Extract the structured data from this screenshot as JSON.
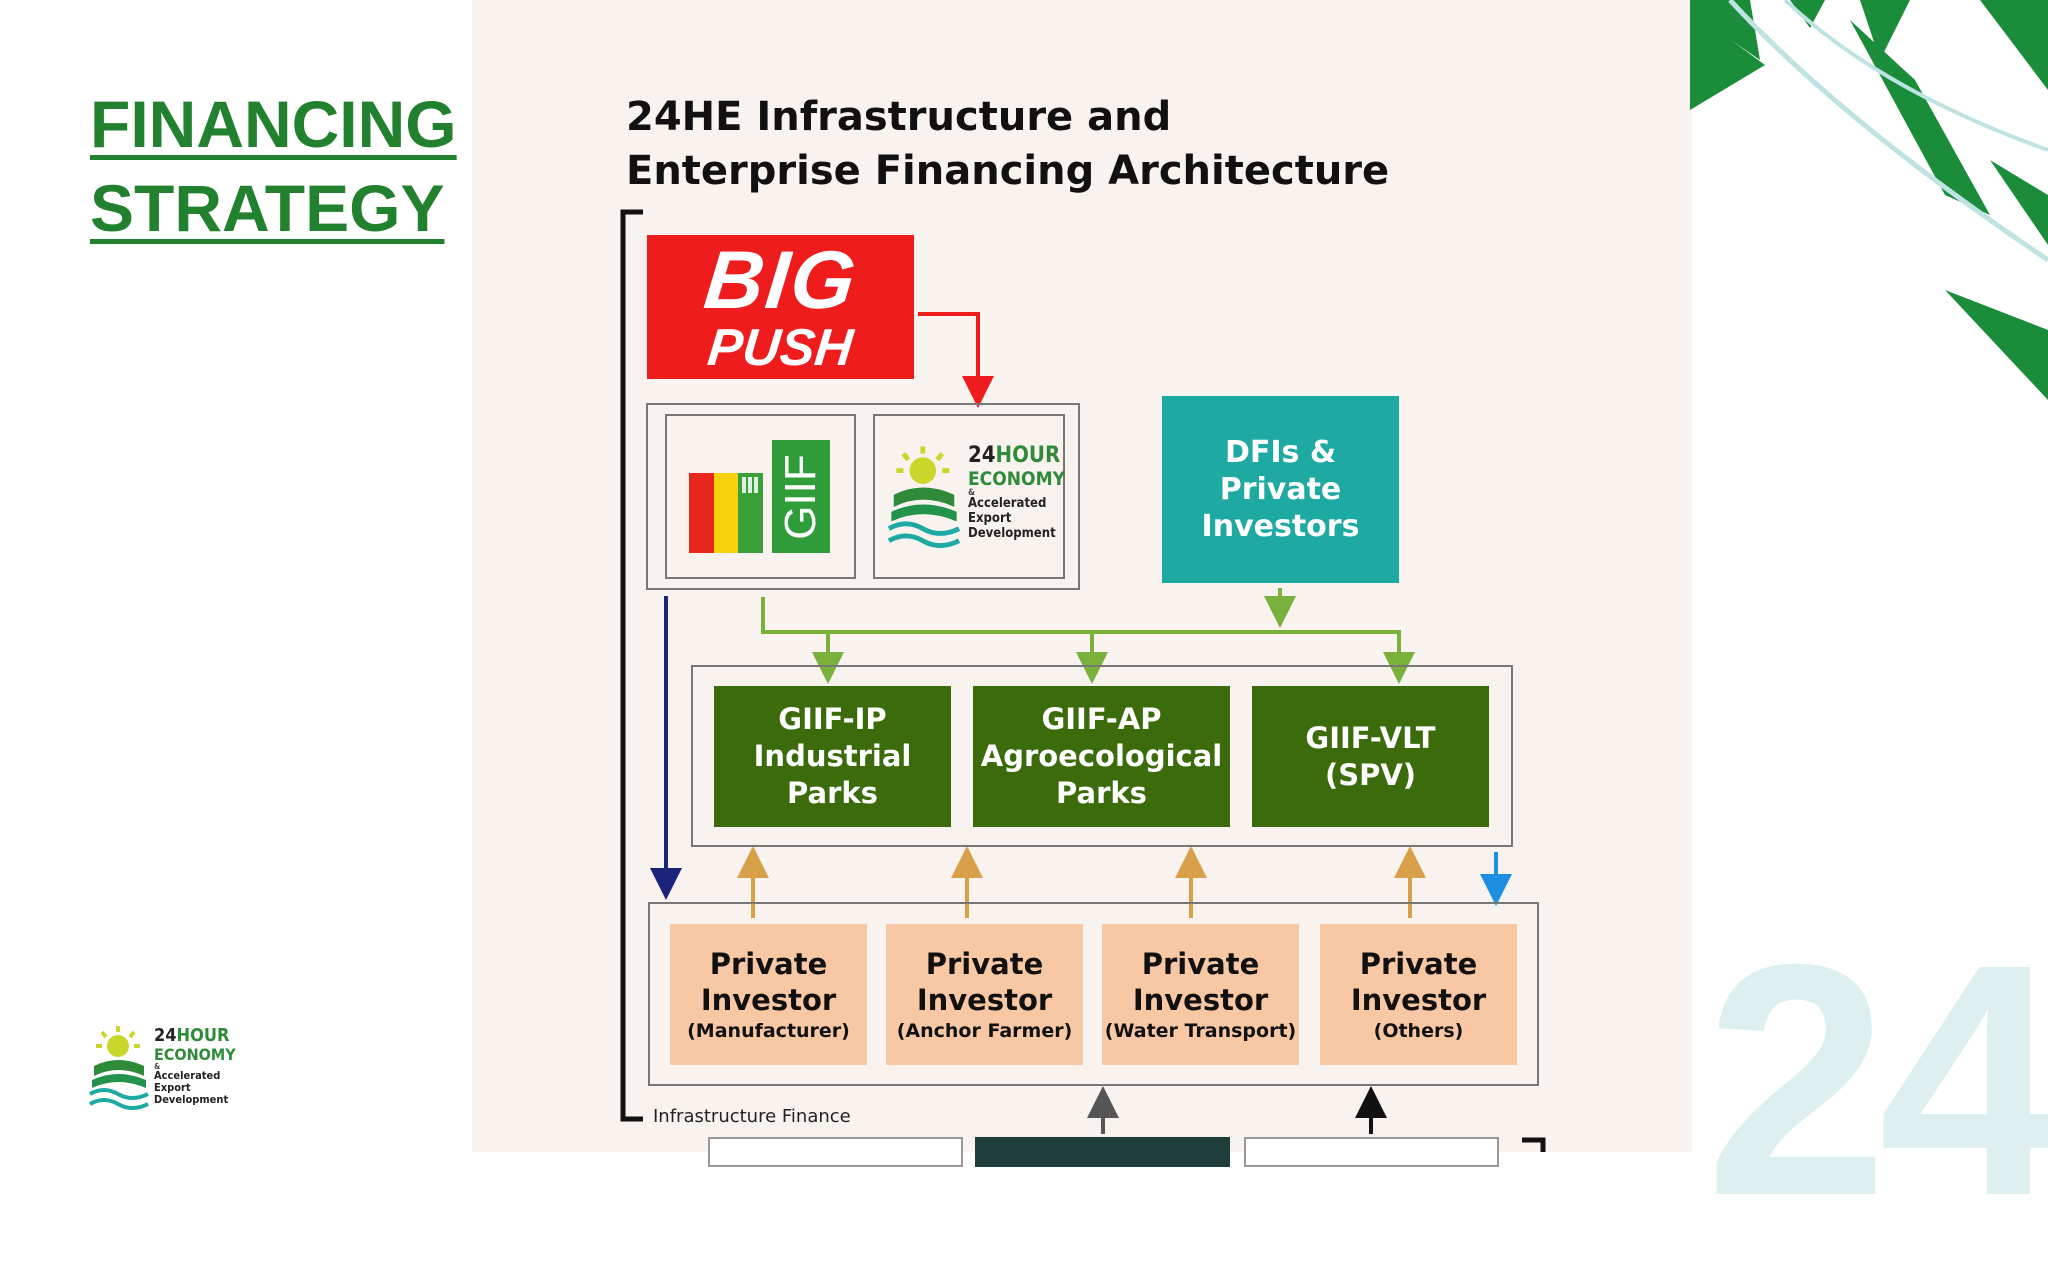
{
  "slide": {
    "title_lines": [
      "FINANCING",
      "STRATEGY"
    ]
  },
  "diagram": {
    "title_lines": [
      "24HE Infrastructure and",
      "Enterprise Financing Architecture"
    ],
    "big_push": {
      "line1": "BIG",
      "line2": "PUSH"
    },
    "giif_logo": {
      "text": "GIIF"
    },
    "he_logo": {
      "brand_a": "24",
      "brand_b": "HOUR",
      "brand_c": "ECONOMY",
      "amp": "&",
      "tag1": "Accelerated",
      "tag2": "Export",
      "tag3": "Development"
    },
    "dfi_box": "DFIs &\nPrivate\nInvestors",
    "giif_boxes": [
      {
        "label": "GIIF-IP\nIndustrial\nParks"
      },
      {
        "label": "GIIF-AP\nAgroecological\nParks"
      },
      {
        "label": "GIIF-VLT\n(SPV)"
      }
    ],
    "private_investors": [
      {
        "title": "Private\nInvestor",
        "sub": "(Manufacturer)"
      },
      {
        "title": "Private\nInvestor",
        "sub": "(Anchor Farmer)"
      },
      {
        "title": "Private\nInvestor",
        "sub": "(Water Transport)"
      },
      {
        "title": "Private\nInvestor",
        "sub": "(Others)"
      }
    ],
    "infrastructure_label": "Infrastructure Finance"
  },
  "bottom_logo": {
    "brand_a": "24",
    "brand_b": "HOUR",
    "brand_c": "ECONOMY",
    "amp": "&",
    "tag1": "Accelerated",
    "tag2": "Export",
    "tag3": "Development"
  },
  "watermark": "24",
  "colors": {
    "title_green": "#22812f",
    "big_push_red": "#ee1c1c",
    "dfi_teal": "#1ea9a3",
    "giif_dark_green": "#3c6b0b",
    "investor_peach": "#f8c8a4",
    "arrow_green": "#7ab13a",
    "arrow_gold": "#d9a04a",
    "arrow_navy": "#1b237a",
    "arrow_blue": "#1d8fe0"
  }
}
